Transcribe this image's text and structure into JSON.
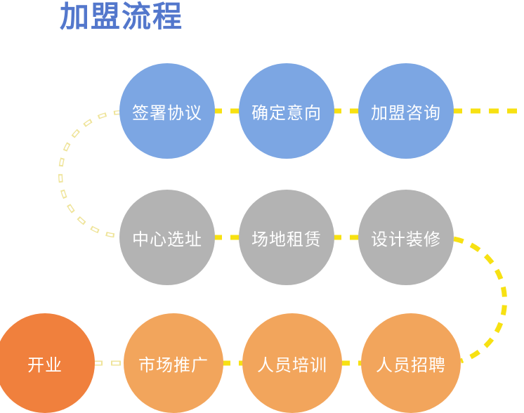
{
  "title": {
    "text": "加盟流程",
    "color": "#5377CC"
  },
  "colors": {
    "background": "#FFFFFF",
    "stage1_circle": "#7CA6E3",
    "stage2_circle": "#B3B3B3",
    "stage3_circle": "#F2A55C",
    "opening_circle": "#F0803D",
    "circle_text": "#FFFFFF",
    "dash_solid_yellow": "#F7E112",
    "dash_hollow_yellow": "#EFE49A"
  },
  "flow": {
    "rows": [
      {
        "steps": [
          {
            "label": "签署协议"
          },
          {
            "label": "确定意向"
          },
          {
            "label": "加盟咨询"
          }
        ]
      },
      {
        "steps": [
          {
            "label": "中心选址"
          },
          {
            "label": "场地租赁"
          },
          {
            "label": "设计装修"
          }
        ]
      },
      {
        "steps": [
          {
            "label": "开业"
          },
          {
            "label": "市场推广"
          },
          {
            "label": "人员培训"
          },
          {
            "label": "人员招聘"
          }
        ]
      }
    ],
    "sequence": [
      "加盟咨询",
      "确定意向",
      "签署协议",
      "中心选址",
      "场地租赁",
      "设计装修",
      "人员招聘",
      "人员培训",
      "市场推广",
      "开业"
    ]
  }
}
